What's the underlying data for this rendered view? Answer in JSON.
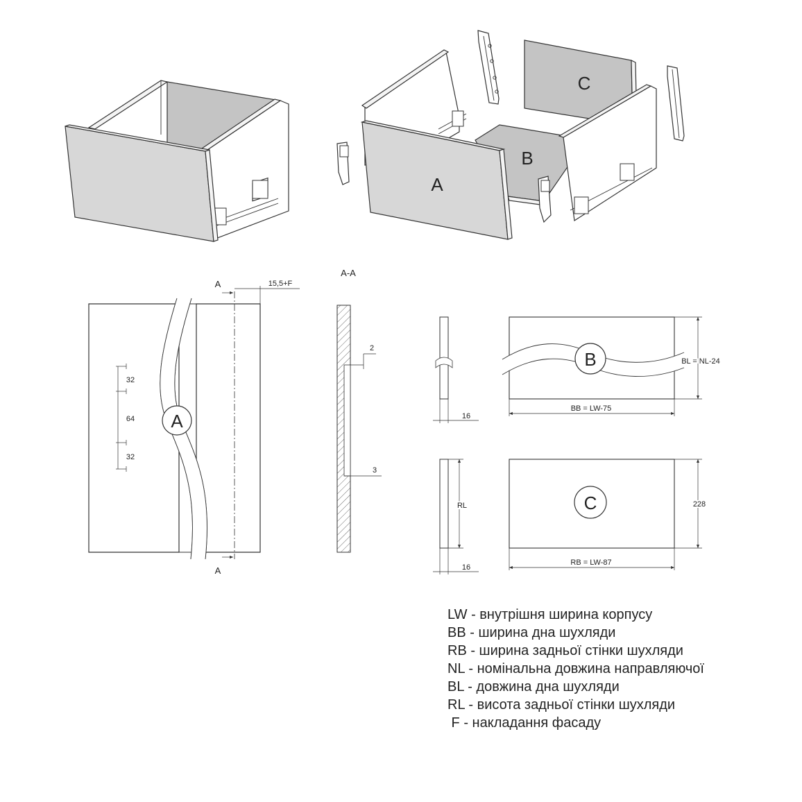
{
  "labels": {
    "part_a": "A",
    "part_b": "B",
    "part_c": "C",
    "section_mark": "A",
    "section_title": "A-A"
  },
  "dimensions": {
    "front_offset": "15,5+F",
    "hole_spacing_top": "32",
    "hole_spacing_mid": "64",
    "hole_spacing_bottom": "32",
    "section_gap": "2",
    "section_depth": "3",
    "bottom_thickness": "16",
    "bottom_width": "BB = LW-75",
    "bottom_length": "BL = NL-24",
    "back_thickness": "16",
    "back_height_code": "RL",
    "back_width": "RB = LW-87",
    "back_height": "228"
  },
  "legend": [
    "LW - внутрішня ширина корпусу",
    "BB - ширина дна шухляди",
    "RB - ширина задньої стінки шухляди",
    "NL - номінальна довжина направляючої",
    "BL - довжина дна шухляди",
    "RL - висота задньої стінки шухляди",
    " F - накладання фасаду"
  ]
}
